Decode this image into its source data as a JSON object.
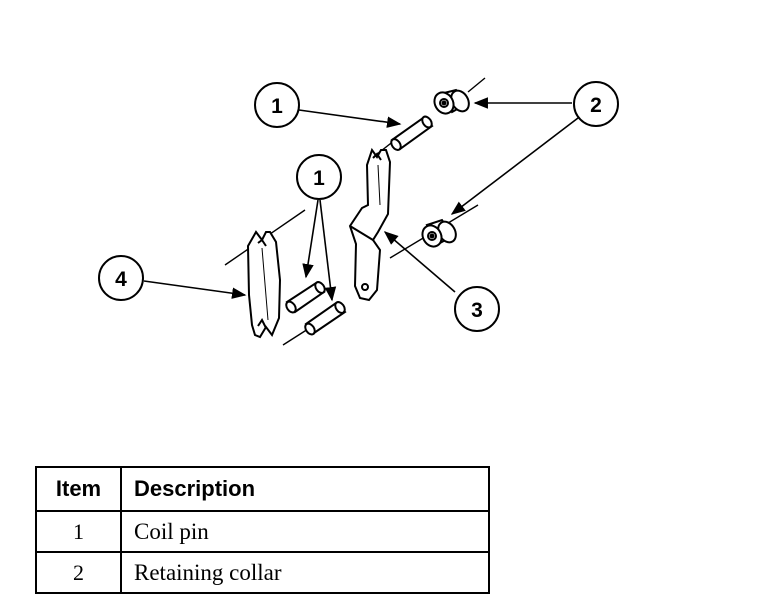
{
  "diagram": {
    "callouts": [
      {
        "id": "c1a",
        "label": "1"
      },
      {
        "id": "c1b",
        "label": "1"
      },
      {
        "id": "c2",
        "label": "2"
      },
      {
        "id": "c3",
        "label": "3"
      },
      {
        "id": "c4",
        "label": "4"
      }
    ]
  },
  "table": {
    "headers": {
      "item": "Item",
      "description": "Description"
    },
    "rows": [
      {
        "item": "1",
        "description": "Coil pin"
      },
      {
        "item": "2",
        "description": "Retaining collar"
      }
    ]
  }
}
